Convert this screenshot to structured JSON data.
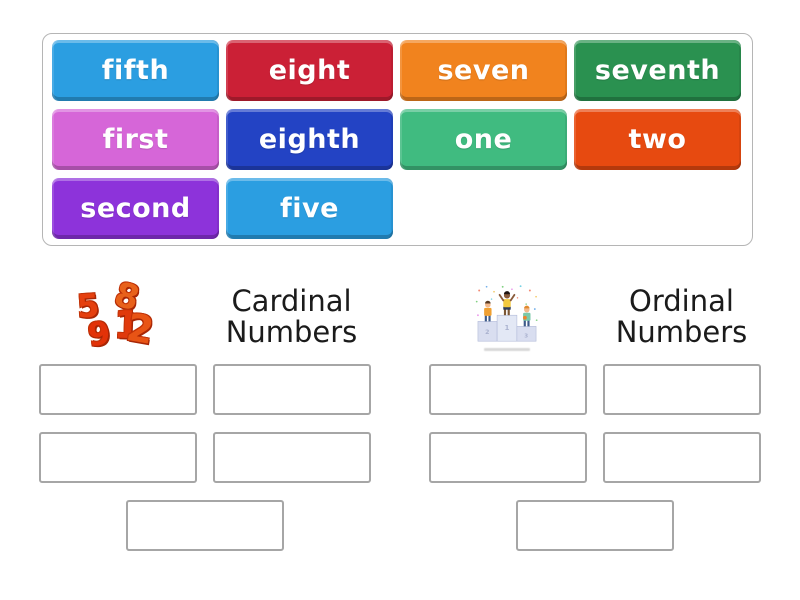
{
  "activity": {
    "kind": "group-sort",
    "tile_tray": {
      "tiles": [
        {
          "label": "fifth",
          "color": "#2b9ee1"
        },
        {
          "label": "eight",
          "color": "#cb2036"
        },
        {
          "label": "seven",
          "color": "#f1831e"
        },
        {
          "label": "seventh",
          "color": "#2a9150"
        },
        {
          "label": "first",
          "color": "#d666d8"
        },
        {
          "label": "eighth",
          "color": "#2343c4"
        },
        {
          "label": "one",
          "color": "#40bb80"
        },
        {
          "label": "two",
          "color": "#e74a10"
        },
        {
          "label": "second",
          "color": "#8d33da"
        },
        {
          "label": "five",
          "color": "#2b9ee1"
        }
      ]
    },
    "groups": [
      {
        "id": "cardinal",
        "title_lines": [
          "Cardinal",
          "Numbers"
        ],
        "image": "scattered-red-numbers",
        "digits": [
          "5",
          "8",
          "9",
          "1",
          "2"
        ],
        "slot_count": 5
      },
      {
        "id": "ordinal",
        "title_lines": [
          "Ordinal",
          "Numbers"
        ],
        "image": "winners-podium-kids",
        "slot_count": 5
      }
    ],
    "colors": {
      "tile_text": "#ffffff",
      "title_text": "#1b1b1b",
      "digit_red": "#e63c0e",
      "slot_border": "#a6a6a6",
      "tray_border": "#b5b5b5"
    }
  }
}
